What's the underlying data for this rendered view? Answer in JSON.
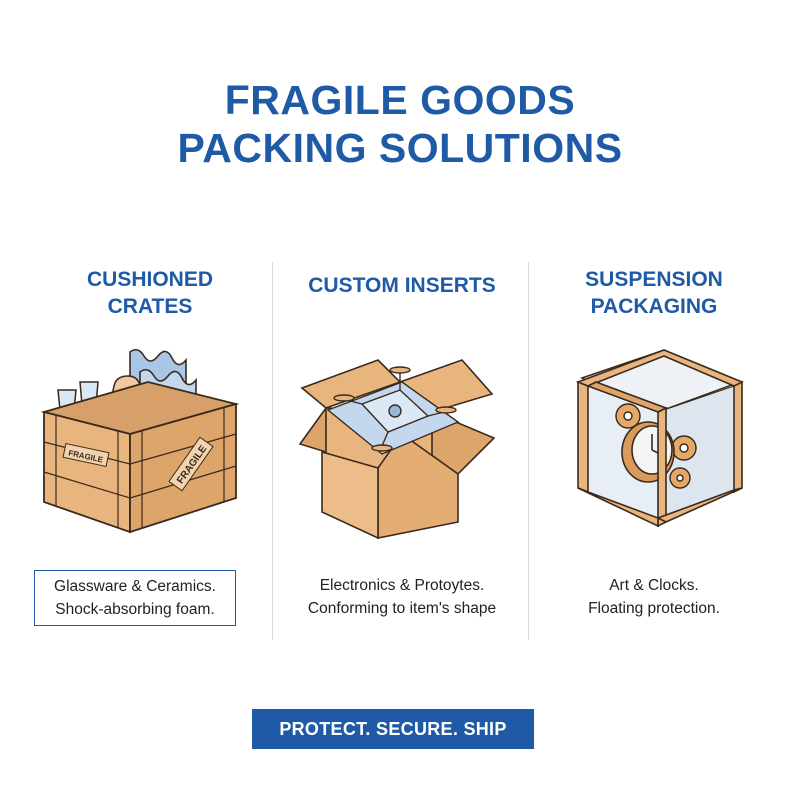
{
  "title": {
    "line1": "FRAGILE GOODS",
    "line2": "PACKING SOLUTIONS"
  },
  "columns": [
    {
      "heading": [
        "CUSHIONED",
        "CRATES"
      ],
      "icon": "wooden-crate-with-glassware-icon",
      "crate_labels": [
        "FRAGILE",
        "FRAGILE"
      ],
      "description": [
        "Glassware & Ceramics.",
        "Shock-absorbing foam."
      ]
    },
    {
      "heading": [
        "CUSTOM INSERTS"
      ],
      "icon": "open-box-with-drone-insert-icon",
      "description": [
        "Electronics & Protoytes.",
        "Conforming to item's shape"
      ]
    },
    {
      "heading": [
        "SUSPENSION",
        "PACKAGING"
      ],
      "icon": "suspension-frame-with-clock-icon",
      "description": [
        "Art & Clocks.",
        "Floating protection."
      ]
    }
  ],
  "footer": {
    "button_label": "PROTECT. SECURE. SHIP"
  },
  "colors": {
    "accent": "#1f5aa6",
    "cardboard": "#e9b57f",
    "cardboard_dark": "#c98d52",
    "outline": "#3a2a1c",
    "foam": "#aac6e6"
  }
}
